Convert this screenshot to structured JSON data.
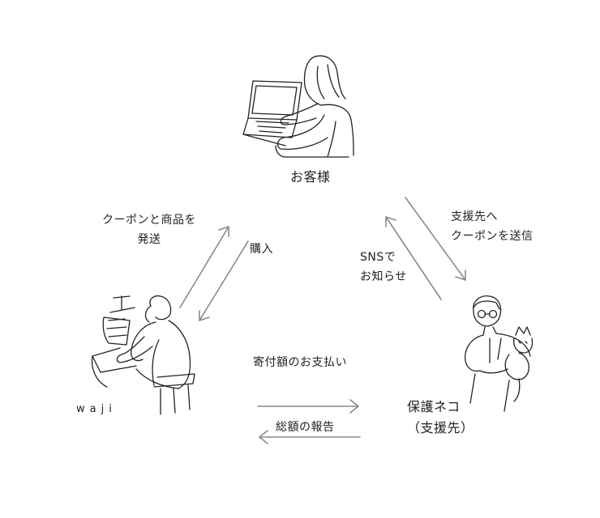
{
  "nodes": {
    "customer": {
      "label": "お客様"
    },
    "maker": {
      "label": "waji"
    },
    "shelter": {
      "label_line1": "保護ネコ",
      "label_line2": "（支援先）"
    }
  },
  "edges": {
    "coupon_goods": {
      "line1": "クーポンと商品を",
      "line2": "発送"
    },
    "purchase": {
      "label": "購入"
    },
    "sns": {
      "line1": "SNSで",
      "line2": "お知らせ"
    },
    "coupon_send": {
      "line1": "支援先へ",
      "line2": "クーポンを送信"
    },
    "donation": {
      "label": "寄付額のお支払い"
    },
    "report": {
      "label": "総額の報告"
    }
  },
  "colors": {
    "arrow": "#8a8a8a",
    "ink": "#222222",
    "background": "#ffffff"
  }
}
